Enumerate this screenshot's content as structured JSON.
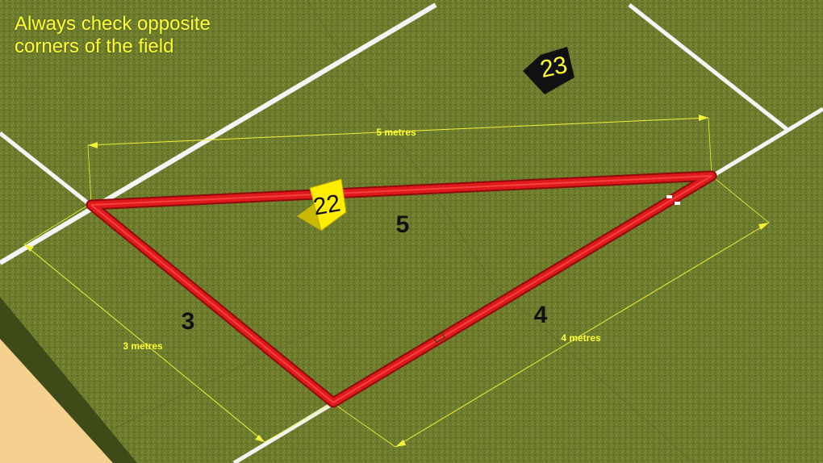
{
  "caption": {
    "line1": "Always check opposite",
    "line2": "corners of the field"
  },
  "markers": {
    "cone_a": "22",
    "cone_b": "23"
  },
  "triangle": {
    "side_short_label": "3",
    "side_long_label": "4",
    "side_hyp_label": "5"
  },
  "dimensions": {
    "short": "3 metres",
    "long": "4 metres",
    "hyp": "5 metres"
  },
  "colors": {
    "grass": "#6b7a2c",
    "grass_light": "#7d8a36",
    "rope": "#e0191b",
    "rope_dark": "#a30f10",
    "field_line": "#f4f4f4",
    "dimension_line": "#ffff33",
    "marker_yellow": "#ffee00",
    "marker_black": "#111111",
    "sand": "#f5d08e"
  }
}
